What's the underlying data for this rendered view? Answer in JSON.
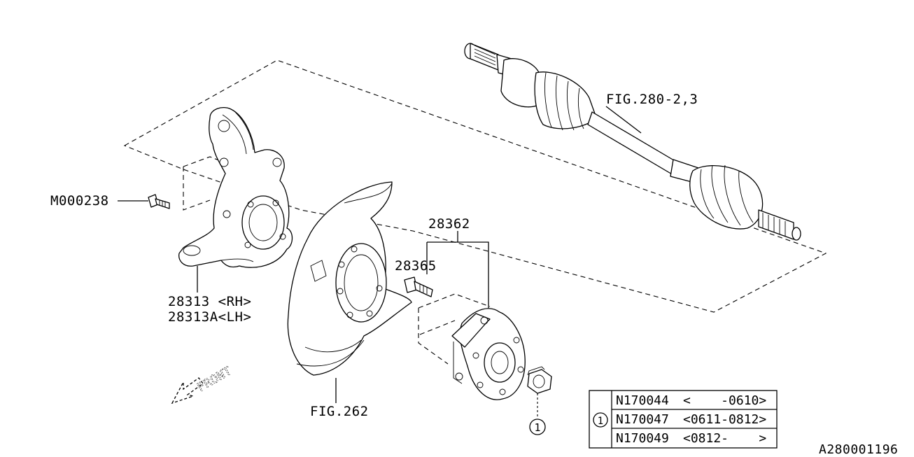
{
  "labels": {
    "fig_280": "FIG.280-2,3",
    "m000238": "M000238",
    "p28313": "28313 <RH>",
    "p28313a": "28313A<LH>",
    "p28362": "28362",
    "p28365": "28365",
    "fig_262": "FIG.262",
    "front": "FRONT",
    "callout": "1",
    "doc_id": "A280001196"
  },
  "table": {
    "ref": "1",
    "rows": [
      {
        "part": "N170044",
        "range": "<    -0610>"
      },
      {
        "part": "N170047",
        "range": "<0611-0812>"
      },
      {
        "part": "N170049",
        "range": "<0812-    >"
      }
    ]
  }
}
